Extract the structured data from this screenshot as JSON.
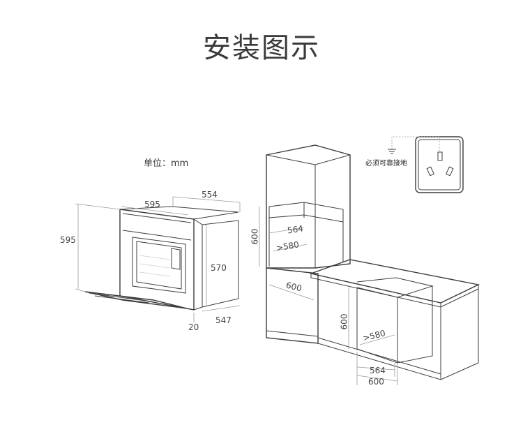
{
  "title": "安装图示",
  "unit_label": "单位：mm",
  "oven": {
    "width": "595",
    "depth_top": "554",
    "height": "595",
    "inner_height": "570",
    "front_offset": "20",
    "depth_bottom": "547"
  },
  "tall_cabinet": {
    "cutout_height": "600",
    "cutout_width": "564",
    "cutout_depth": ">580",
    "base_width": "600"
  },
  "under_counter": {
    "cutout_height": "600",
    "cutout_depth": ">580",
    "cutout_width": "564",
    "base_width": "600"
  },
  "socket": {
    "note": "必须可靠接地"
  }
}
